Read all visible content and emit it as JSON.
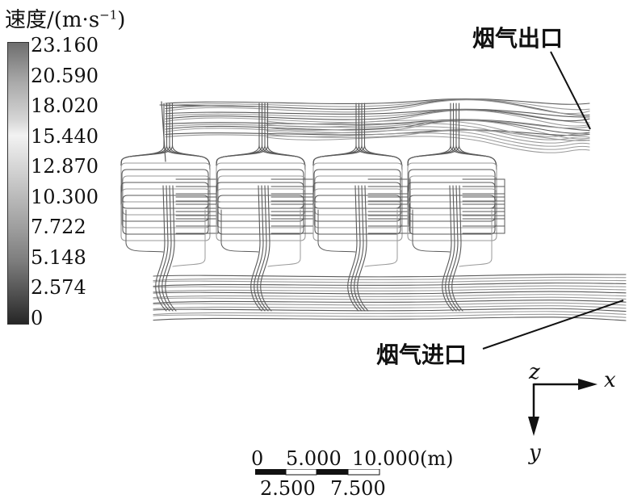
{
  "legend": {
    "title": "速度/(m·s",
    "title_sup": "−1",
    "title_close": ")",
    "ticks": [
      "23.160",
      "20.590",
      "18.020",
      "15.440",
      "12.870",
      "10.300",
      "7.722",
      "5.148",
      "2.574",
      "0"
    ]
  },
  "labels": {
    "outlet": "烟气出口",
    "inlet": "烟气进口"
  },
  "axes": {
    "z": "z",
    "x": "x",
    "y": "y"
  },
  "scale_bar": {
    "top_labels": [
      "0",
      "5.000",
      "10.000(m)"
    ],
    "bottom_labels": [
      "2.500",
      "7.500"
    ]
  },
  "colors": {
    "streamline": "#5a5a5a",
    "streamline_light": "#9a9a9a",
    "ink": "#111111"
  }
}
